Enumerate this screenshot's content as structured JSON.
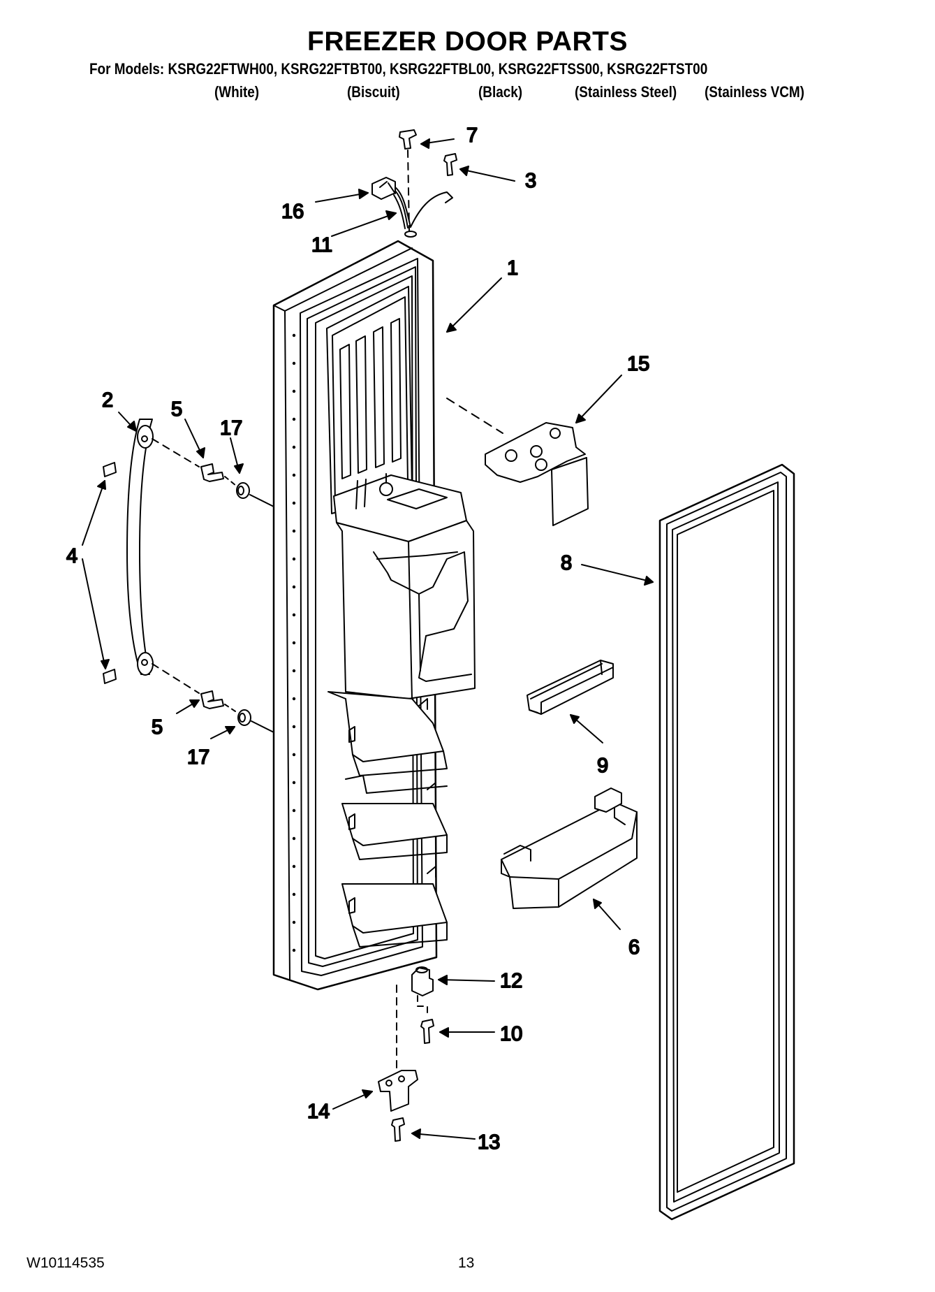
{
  "header": {
    "title": "FREEZER DOOR PARTS",
    "models_line": "For Models: KSRG22FTWH00, KSRG22FTBT00, KSRG22FTBL00, KSRG22FTSS00, KSRG22FTST00",
    "colors": [
      "(White)",
      "(Biscuit)",
      "(Black)",
      "(Stainless Steel)",
      "(Stainless VCM)"
    ]
  },
  "callouts": [
    "7",
    "3",
    "16",
    "11",
    "1",
    "15",
    "2",
    "5",
    "17",
    "4",
    "8",
    "5",
    "17",
    "9",
    "6",
    "12",
    "10",
    "14",
    "13"
  ],
  "footer": {
    "doc_number": "W10114535",
    "page_number": "13"
  }
}
